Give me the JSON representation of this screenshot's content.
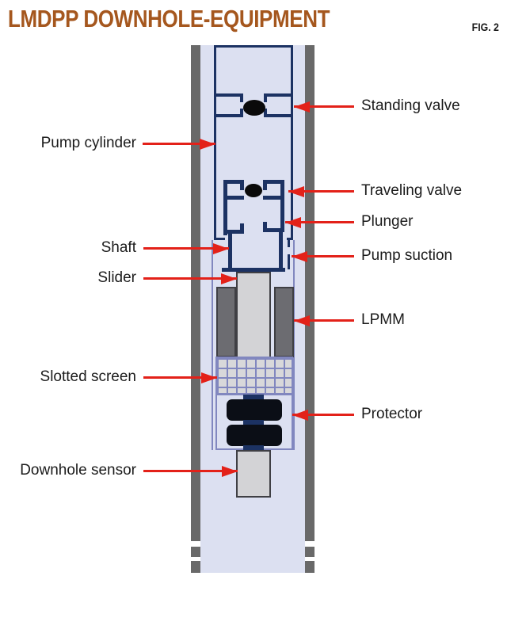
{
  "header": {
    "title": "LMDPP DOWNHOLE-EQUIPMENT",
    "figure": "FIG. 2"
  },
  "labels": {
    "pump_cylinder": "Pump cylinder",
    "standing_valve": "Standing valve",
    "traveling_valve": "Traveling valve",
    "plunger": "Plunger",
    "shaft": "Shaft",
    "pump_suction": "Pump suction",
    "slider": "Slider",
    "lpmm": "LPMM",
    "slotted_screen": "Slotted screen",
    "protector": "Protector",
    "downhole_sensor": "Downhole sensor"
  },
  "colors": {
    "title_rust": "#a5571e",
    "arrow_red": "#e32119",
    "diagram_navy": "#1c3263",
    "casing_gray": "#696969",
    "interior_blue": "#dce0f1",
    "housing_purple": "#8187bf",
    "motor_gray": "#6c6c71",
    "shaft_gray": "#d3d3d6",
    "protector_black": "#0b0e16"
  }
}
